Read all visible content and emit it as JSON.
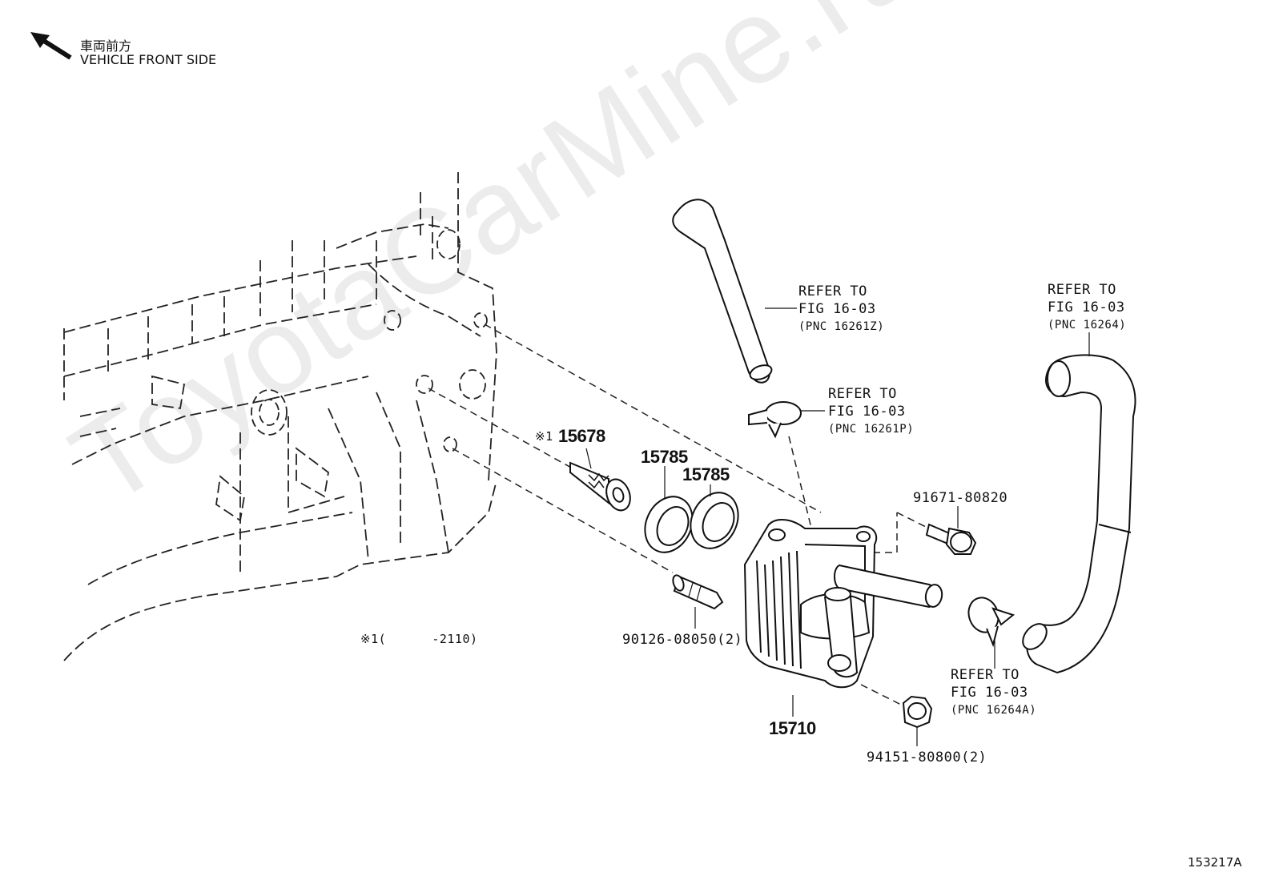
{
  "header": {
    "direction_jp": "車両前方",
    "direction_en": "VEHICLE FRONT SIDE"
  },
  "watermark": "ToyotaCarMine.ru",
  "figure_id": "153217A",
  "parts": {
    "p15678": "15678",
    "p15678_mark": "※1",
    "p15785a": "15785",
    "p15785b": "15785",
    "p15710": "15710",
    "p90126": "90126-08050(2)",
    "p91671": "91671-80820",
    "p94151": "94151-80800(2)",
    "footnote": "※1(      -2110)"
  },
  "refs": {
    "r1": {
      "line1": "REFER TO",
      "line2": "FIG 16-03",
      "pnc": "(PNC 16261Z)"
    },
    "r2": {
      "line1": "REFER TO",
      "line2": "FIG 16-03",
      "pnc": "(PNC 16261P)"
    },
    "r3": {
      "line1": "REFER TO",
      "line2": "FIG 16-03",
      "pnc": "(PNC 16264)"
    },
    "r4": {
      "line1": "REFER TO",
      "line2": "FIG 16-03",
      "pnc": "(PNC 16264A)"
    }
  }
}
